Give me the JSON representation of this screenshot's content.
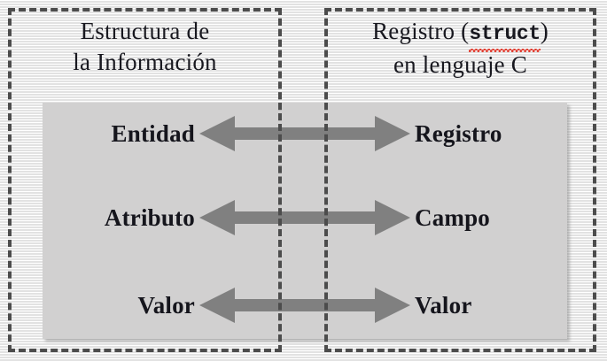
{
  "diagram": {
    "title_implicit": "Correspondencia entre Estructura de la Informacion y Registro struct en C",
    "columns": [
      {
        "id": "informacion",
        "heading_line1": "Estructura de",
        "heading_line2": "la Información"
      },
      {
        "id": "c-struct",
        "heading_prefix": "Registro (",
        "heading_keyword": "struct",
        "heading_suffix": ")",
        "heading_line2": "en lenguaje C"
      }
    ],
    "mappings": [
      {
        "left": "Entidad",
        "arrow": "double-headed-arrow-icon",
        "right": "Registro"
      },
      {
        "left": "Atributo",
        "arrow": "double-headed-arrow-icon",
        "right": "Campo"
      },
      {
        "left": "Valor",
        "arrow": "double-headed-arrow-icon",
        "right": "Valor"
      }
    ],
    "colors": {
      "panel_background": "#d1d0d0",
      "arrow": "#808080",
      "dashed_border": "#4c4c4c",
      "text": "#15151c",
      "spellcheck_underline": "#e23b2e",
      "page_background": "#ffffff",
      "stripe": "#e2e2e2"
    }
  }
}
